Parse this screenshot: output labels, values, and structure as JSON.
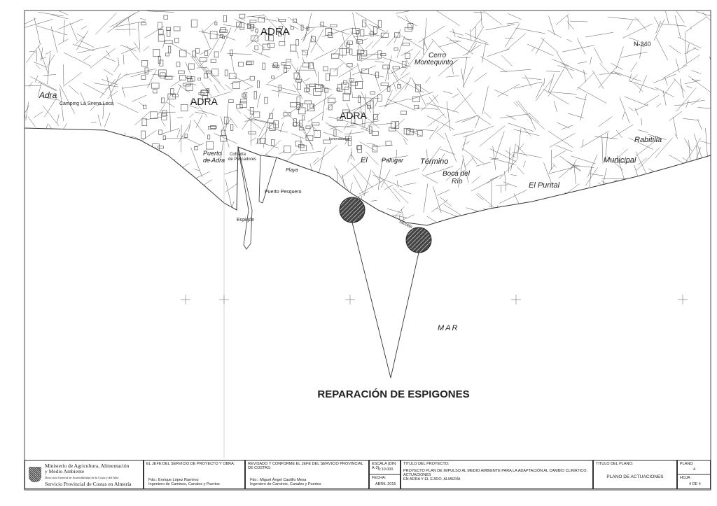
{
  "map": {
    "place_labels": [
      "ADRA",
      "ADRA",
      "ADRA",
      "Adra",
      "Cerro",
      "Montequinto",
      "El",
      "Palugar",
      "Término",
      "Boca del",
      "Río",
      "El Puntal",
      "Rabitilla",
      "Municipal",
      "Puerto",
      "de Adra",
      "Cofradía",
      "de Pescadores",
      "Puerto Pesquero",
      "Playa",
      "Espigón",
      "Camping La Sirena Loca",
      "Invernaderos",
      "N-340",
      "Nicolás"
    ],
    "sea_label": "MAR",
    "annotation_title": "REPARACIÓN DE ESPIGONES",
    "marker_color": "#555555"
  },
  "title_block": {
    "ministry": {
      "line1": "Ministerio de Agricultura, Alimentación",
      "line2": "y Medio Ambiente",
      "line3": "Dirección General de Sostenibilidad de la Costa y del Mar",
      "line4": "Servicio Provincial de Costas en Almería"
    },
    "project_chief": {
      "caption": "EL JEFE DEL SERVICIO DE PROYECTO Y OBRA:",
      "name": "Fdo.: Enrique López Ramírez",
      "title": "Ingeniero de Caminos, Canales y Puertos"
    },
    "reviewer": {
      "caption": "REVISADO Y CONFORME EL JEFE DEL SERVICIO PROVINCIAL DE COSTAS:",
      "name": "Fdo.: Miguel Ángel Castillo Mesa",
      "title": "Ingeniero de Caminos, Canales y Puertos"
    },
    "scale": {
      "caption": "ESCALA (DIN A-3)",
      "value": "1:10.000"
    },
    "date": {
      "caption": "FECHA:",
      "value": "ABRIL 2015"
    },
    "project": {
      "caption": "TITULO DEL PROYECTO:",
      "line1": "PROYECTO PLAN DE IMPULSO AL MEDIO AMBIENTE PARA LA ADAPTACIÓN AL CAMBIO CLIMÁTICO. ACTUACIONES",
      "line2": "EN ADRA Y EL EJIDO. ALMERÍA"
    },
    "plan_title": {
      "caption": "TITULO DEL PLANO:",
      "value": "PLANO DE ACTUACIONES"
    },
    "plan_number": {
      "caption": "PLANO",
      "value": "4"
    },
    "sheet": {
      "caption": "HOJA",
      "value": "4 DE 4"
    }
  }
}
